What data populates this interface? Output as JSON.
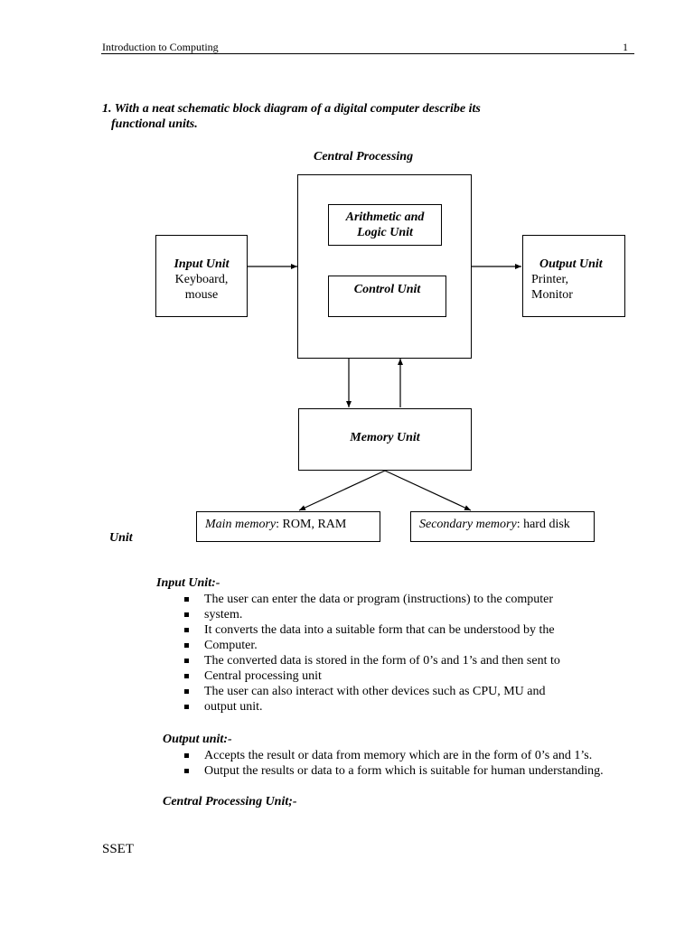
{
  "header": {
    "title": "Introduction to Computing",
    "page_number": "1"
  },
  "question": {
    "line1": "1. With a neat schematic block diagram of a digital computer describe its",
    "line2": "functional units."
  },
  "diagram": {
    "cpu_title": "Central Processing",
    "cpu_title_continued": "Unit",
    "alu_line1": "Arithmetic and",
    "alu_line2": "Logic Unit",
    "control_unit": "Control Unit",
    "input_title": "Input Unit",
    "input_line1": "Keyboard,",
    "input_line2": "mouse",
    "output_title": "Output Unit",
    "output_line1": "Printer,",
    "output_line2": "Monitor",
    "memory_unit": "Memory Unit",
    "main_memory_label": "Main memory",
    "main_memory_value": ": ROM, RAM",
    "secondary_memory_label": "Secondary memory",
    "secondary_memory_value": ": hard disk"
  },
  "sections": {
    "input": {
      "title": "Input Unit:-",
      "bullets": [
        "The user can enter the data or program (instructions) to the computer",
        "system.",
        "It converts the data into a suitable form that can be understood by the",
        "Computer.",
        "The converted data is stored in the form of 0’s and 1’s and then sent  to",
        "Central processing unit",
        "The user can also interact with other devices such as CPU, MU and",
        "output unit."
      ]
    },
    "output": {
      "title": "Output unit:-",
      "bullets": [
        "Accepts the result or data from memory which are in the form of 0’s and 1’s.",
        "Output the results or data to a form which is suitable for human understanding."
      ]
    },
    "cpu": {
      "title": "Central Processing Unit;-"
    }
  },
  "footer": {
    "text": "SSET"
  }
}
